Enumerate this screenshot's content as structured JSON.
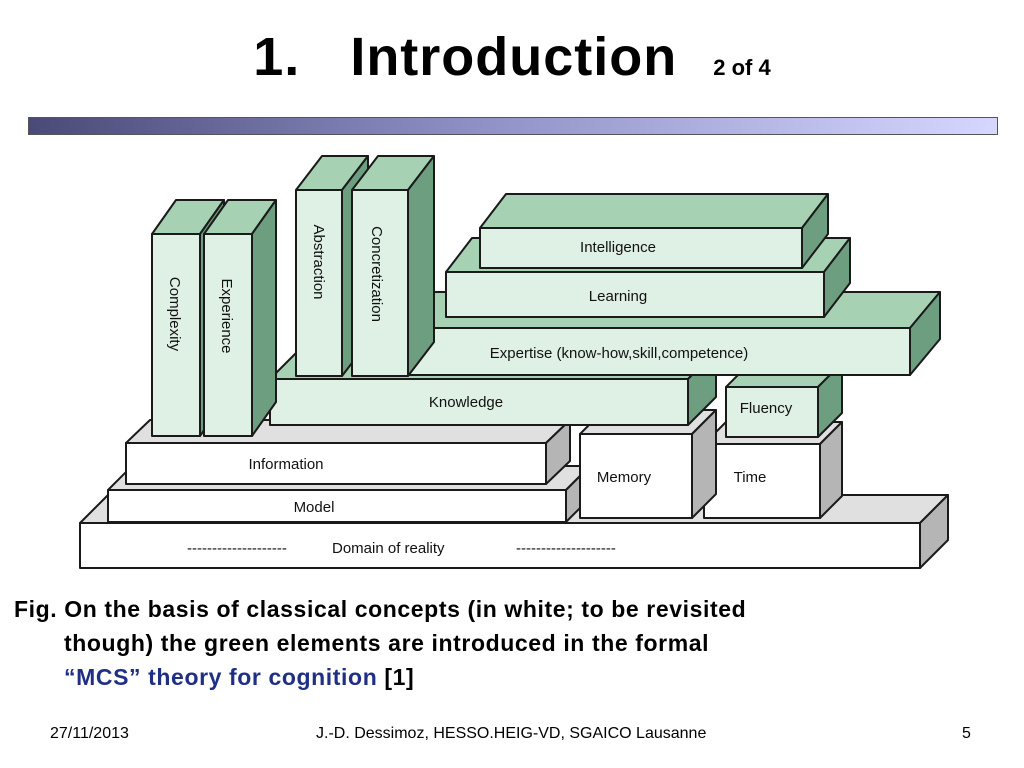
{
  "slide": {
    "title_number": "1.",
    "title_text": "Introduction",
    "title_sub": "2 of 4"
  },
  "diagram": {
    "blocks_white": {
      "domain_dashes_left": "--------------------",
      "domain": "Domain of reality",
      "domain_dashes_right": "--------------------",
      "model": "Model",
      "information": "Information",
      "memory": "Memory",
      "time": "Time"
    },
    "blocks_green": {
      "knowledge": "Knowledge",
      "fluency": "Fluency",
      "expertise": "Expertise (know-how,skill,competence)",
      "learning": "Learning",
      "intelligence": "Intelligence",
      "complexity": "Complexity",
      "experience": "Experience",
      "abstraction": "Abstraction",
      "concretization": "Concretization"
    },
    "colors": {
      "green_front": "#dff0e4",
      "green_top": "#a6d1b3",
      "green_side": "#6e9e80",
      "white_front": "#ffffff",
      "white_top": "#e0e0e0",
      "white_side": "#b5b5b5",
      "outline": "#1a1a1a"
    }
  },
  "caption": {
    "line1": "Fig. On the basis of classical concepts (in white; to be revisited",
    "line2": "though) the green elements are introduced in the formal",
    "quote_open": "“",
    "mcs": "MCS",
    "quote_close": "”",
    "theory": "theory for cognition",
    "ref": "[1]"
  },
  "footer": {
    "date": "27/11/2013",
    "author": "J.-D. Dessimoz, HESSO.HEIG-VD, SGAICO Lausanne",
    "page": "5"
  }
}
